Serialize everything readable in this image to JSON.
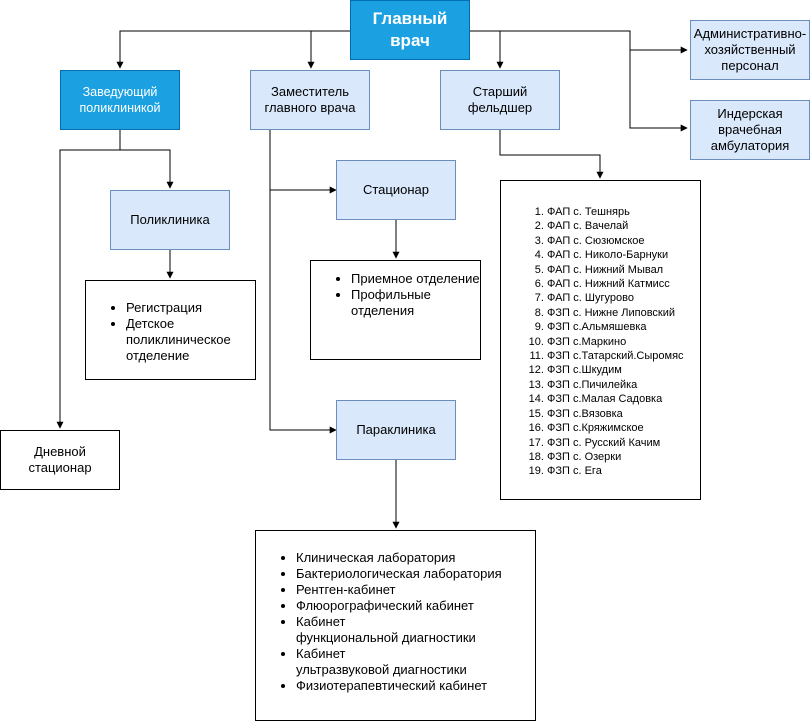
{
  "nodes": {
    "chief": "Главный\nврач",
    "head_polyclinic": "Заведующий\nполиклиникой",
    "deputy": "Заместитель\nглавного врача",
    "senior_paramedic": "Старший\nфельдшер",
    "admin_staff": "Административно-\nхозяйственный\nперсонал",
    "inder_clinic": "Индерская\nврачебная\nамбулатория",
    "polyclinic": "Поликлиника",
    "hospital": "Стационар",
    "paraclinic": "Параклиника",
    "day_hospital": "Дневной\nстационар"
  },
  "polyclinic_units": [
    "Регистрация",
    "Детское поликлиническое отделение"
  ],
  "hospital_units": [
    "Приемное отделение",
    "Профильные отделения"
  ],
  "paraclinic_units": [
    "Клиническая лаборатория",
    "Бактериологическая лаборатория",
    "Рентген-кабинет",
    "Флюорографический кабинет",
    "Кабинет\nфункциональной диагностики",
    "Кабинет\nультразвуковой диагностики",
    "Физиотерапевтический кабинет"
  ],
  "fap_list": [
    "ФАП с. Тешнярь",
    "ФАП с. Вачелай",
    "ФАП с. Сюзюмское",
    "ФАП с. Николо-Барнуки",
    "ФАП с. Нижний Мывал",
    "ФАП с. Нижний Катмисс",
    "ФАП с. Шугурово",
    "ФЗП с. Нижне Липовский",
    "ФЗП с.Альмяшевка",
    "ФЗП с.Маркино",
    "ФЗП с.Татарский.Сыромяс",
    "ФЗП с.Шкудим",
    "ФЗП с.Пичилейка",
    "ФЗП с.Малая Садовка",
    "ФЗП с.Вязовка",
    "ФЗП с.Кряжимское",
    "ФЗП с. Русский Качим",
    "ФЗП с. Озерки",
    "ФЗП с. Ега"
  ],
  "colors": {
    "chief_fill": "#1ba1e2",
    "node_fill": "#dae8fc",
    "node_border": "#6c8ebf",
    "line": "#000000"
  }
}
